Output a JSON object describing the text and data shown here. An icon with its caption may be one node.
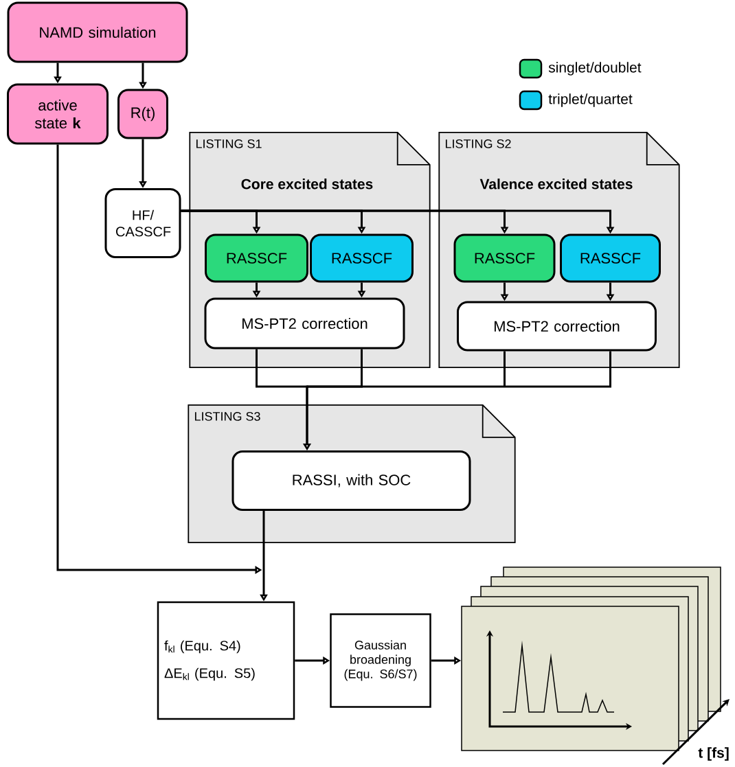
{
  "diagram": {
    "nodes": [
      {
        "text": [
          "NAMD simulation"
        ]
      },
      {
        "text": [
          "active state **k**"
        ]
      },
      {
        "text": [
          "R(t)"
        ]
      },
      {
        "text": [
          "HF/ CASSCF"
        ]
      },
      {
        "text": [
          "LISTING S1",
          "Core excited states"
        ]
      },
      {
        "text": [
          "RASSCF"
        ],
        "in": 4
      },
      {
        "text": [
          "RASSCF"
        ],
        "in": 4
      },
      {
        "text": [
          "MS-PT2 correction"
        ],
        "in": 4
      },
      {
        "text": [
          "LISTING S2",
          "Valence excited states"
        ]
      },
      {
        "text": [
          "RASSCF"
        ],
        "in": 8
      },
      {
        "text": [
          "RASSCF"
        ],
        "in": 8
      },
      {
        "text": [
          "MS-PT2 correction"
        ],
        "in": 8
      },
      {
        "text": [
          "LISTING S3"
        ]
      },
      {
        "text": [
          "RASSI, with SOC"
        ],
        "in": 12
      },
      {
        "text": [
          "f$_{kl}$ (Equ. S4)",
          "ΔE$_{kl}$ (Equ. S5)"
        ]
      },
      {
        "text": [
          "Gaussian broadening (Equ. S6/S7)"
        ]
      },
      {
        "text": [],
        "shape": "picture"
      }
    ],
    "edges": [
      {
        "from": 0,
        "to": 1,
        "arrow": "to"
      },
      {
        "from": 0,
        "to": 2,
        "arrow": "to"
      },
      {
        "from": 2,
        "to": 3,
        "arrow": "to"
      },
      {
        "from": 3,
        "to": 5,
        "arrow": "to"
      },
      {
        "from": 3,
        "to": 6,
        "arrow": "to"
      },
      {
        "from": 3,
        "to": 9,
        "arrow": "to"
      },
      {
        "from": 3,
        "to": 10,
        "arrow": "to"
      },
      {
        "from": 5,
        "to": 7,
        "arrow": "to"
      },
      {
        "from": 6,
        "to": 7,
        "arrow": "to"
      },
      {
        "from": 9,
        "to": 11,
        "arrow": "to"
      },
      {
        "from": 10,
        "to": 11,
        "arrow": "to"
      },
      {
        "from": 7,
        "to": 13,
        "arrow": "to"
      },
      {
        "from": 11,
        "to": 13,
        "arrow": "to"
      },
      {
        "from": 13,
        "to": 14,
        "arrow": "to"
      },
      {
        "from": 1,
        "to": 14,
        "arrow": "to"
      },
      {
        "from": 14,
        "to": 15,
        "arrow": "to"
      },
      {
        "from": 15,
        "to": 16,
        "arrow": "to"
      }
    ],
    "labels": [
      "t [fs]"
    ],
    "legend": [
      {
        "text": "singlet/doublet",
        "color": "#2bd97c"
      },
      {
        "text": "triplet/quartet",
        "color": "#0ecbef"
      }
    ]
  }
}
